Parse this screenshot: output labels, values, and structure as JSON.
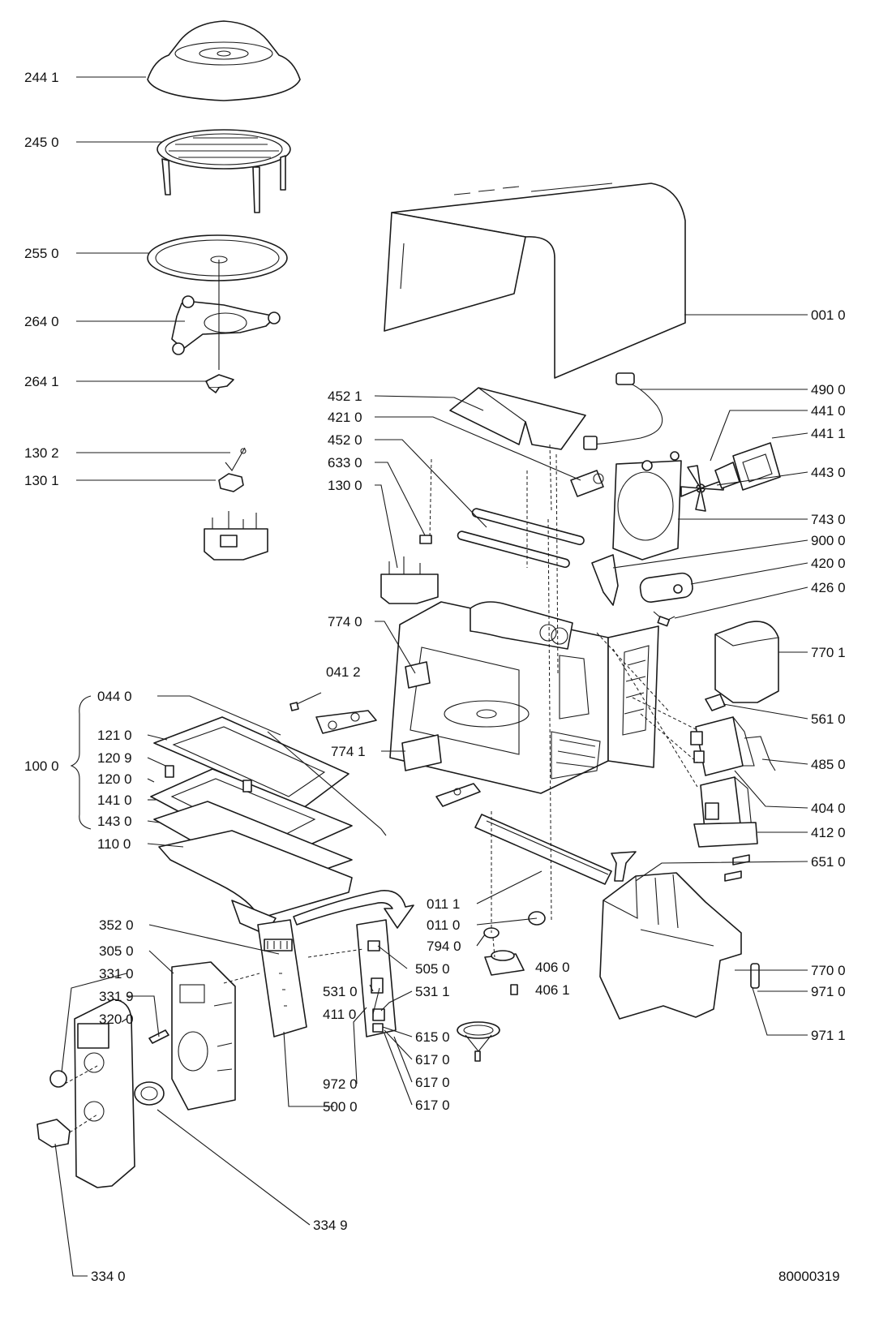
{
  "labels": {
    "l_2441": "244 1",
    "l_2450": "245 0",
    "l_2550": "255 0",
    "l_2640": "264 0",
    "l_2641": "264 1",
    "l_1302": "130 2",
    "l_1301": "130 1",
    "l_0010": "001 0",
    "l_4900": "490 0",
    "l_4410": "441 0",
    "l_4411": "441 1",
    "l_4430": "443 0",
    "l_7430": "743 0",
    "l_9000": "900 0",
    "l_4200": "420 0",
    "l_4260": "426 0",
    "l_7701": "770 1",
    "l_5610": "561 0",
    "l_4850": "485 0",
    "l_4040": "404 0",
    "l_4120": "412 0",
    "l_6510": "651 0",
    "l_7700": "770 0",
    "l_9710": "971 0",
    "l_9711": "971 1",
    "l_4521": "452 1",
    "l_4210": "421 0",
    "l_4520": "452 0",
    "l_6330": "633 0",
    "l_1300": "130 0",
    "l_7740": "774 0",
    "l_0412": "041 2",
    "l_0440": "044 0",
    "l_7741": "774 1",
    "l_1210": "121 0",
    "l_1209": "120 9",
    "l_1200": "120 0",
    "l_1000": "100 0",
    "l_1410": "141 0",
    "l_1430": "143 0",
    "l_1100": "110 0",
    "l_0111": "011 1",
    "l_0110": "011 0",
    "l_7940": "794 0",
    "l_4060": "406 0",
    "l_4061": "406 1",
    "l_3520": "352 0",
    "l_3050": "305 0",
    "l_3310": "331 0",
    "l_3319": "331 9",
    "l_3200": "320 0",
    "l_5050": "505 0",
    "l_5310": "531 0",
    "l_5311": "531 1",
    "l_4110": "411 0",
    "l_6150": "615 0",
    "l_6170a": "617 0",
    "l_9720": "972 0",
    "l_5000": "500 0",
    "l_6170b": "617 0",
    "l_6170c": "617 0",
    "l_3349": "334 9",
    "l_3340": "334 0",
    "drawing_number": "80000319"
  },
  "colors": {
    "line": "#1a1a1a",
    "background": "#ffffff",
    "fill_light": "#e9e9e9"
  }
}
